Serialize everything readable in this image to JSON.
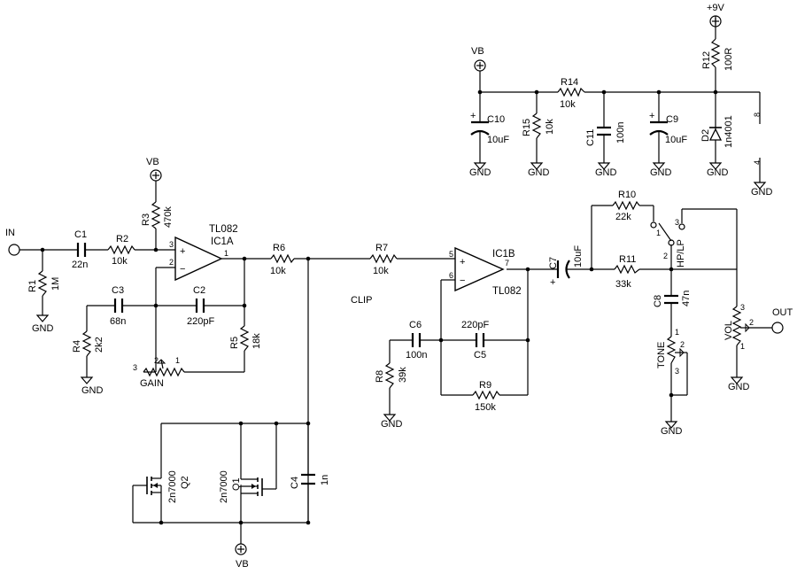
{
  "opamps": [
    {
      "id": "IC1A",
      "type": "TL082",
      "pins": [
        "3",
        "2",
        "1"
      ]
    },
    {
      "id": "IC1B",
      "type": "TL082",
      "pins": [
        "5",
        "6",
        "7"
      ]
    }
  ],
  "components": {
    "R1": {
      "ref": "R1",
      "value": "1M"
    },
    "R2": {
      "ref": "R2",
      "value": "10k"
    },
    "R3": {
      "ref": "R3",
      "value": "470k"
    },
    "R4": {
      "ref": "R4",
      "value": "2k2"
    },
    "R5": {
      "ref": "R5",
      "value": "18k"
    },
    "R6": {
      "ref": "R6",
      "value": "10k"
    },
    "R7": {
      "ref": "R7",
      "value": "10k"
    },
    "R8": {
      "ref": "R8",
      "value": "39k"
    },
    "R9": {
      "ref": "R9",
      "value": "150k"
    },
    "R10": {
      "ref": "R10",
      "value": "22k"
    },
    "R11": {
      "ref": "R11",
      "value": "33k"
    },
    "R12": {
      "ref": "R12",
      "value": "100R"
    },
    "R14": {
      "ref": "R14",
      "value": "10k"
    },
    "R15": {
      "ref": "R15",
      "value": "10k"
    },
    "C1": {
      "ref": "C1",
      "value": "22n"
    },
    "C2": {
      "ref": "C2",
      "value": "220pF"
    },
    "C3": {
      "ref": "C3",
      "value": "68n"
    },
    "C4": {
      "ref": "C4",
      "value": "1n"
    },
    "C5": {
      "ref": "C5",
      "value": "220pF"
    },
    "C6": {
      "ref": "C6",
      "value": "100n"
    },
    "C7": {
      "ref": "C7",
      "value": "10uF"
    },
    "C8": {
      "ref": "C8",
      "value": "47n"
    },
    "C9": {
      "ref": "C9",
      "value": "10uF"
    },
    "C10": {
      "ref": "C10",
      "value": "10uF"
    },
    "C11": {
      "ref": "C11",
      "value": "100n"
    },
    "D2": {
      "ref": "D2",
      "value": "1n4001"
    },
    "Q1": {
      "ref": "Q1",
      "value": "2n7000"
    },
    "Q2": {
      "ref": "Q2",
      "value": "2n7000"
    }
  },
  "pots": {
    "gain": {
      "label": "GAIN",
      "pins": [
        "3",
        "2",
        "1"
      ]
    },
    "tone": {
      "label": "TONE",
      "pins": [
        "1",
        "2",
        "3"
      ]
    },
    "vol": {
      "label": "VOL",
      "pins": [
        "3",
        "2",
        "1"
      ]
    }
  },
  "switch": {
    "label": "HP/LP",
    "pins": [
      "1",
      "2",
      "3"
    ]
  },
  "nets": {
    "in": "IN",
    "out": "OUT",
    "clip": "CLIP",
    "vb": "VB",
    "gnd": "GND",
    "vcc": "+9V"
  },
  "pin_numbers": {
    "p8": "8",
    "p4": "4",
    "plus": "+",
    "minus": "−",
    "cap_plus": "+"
  }
}
